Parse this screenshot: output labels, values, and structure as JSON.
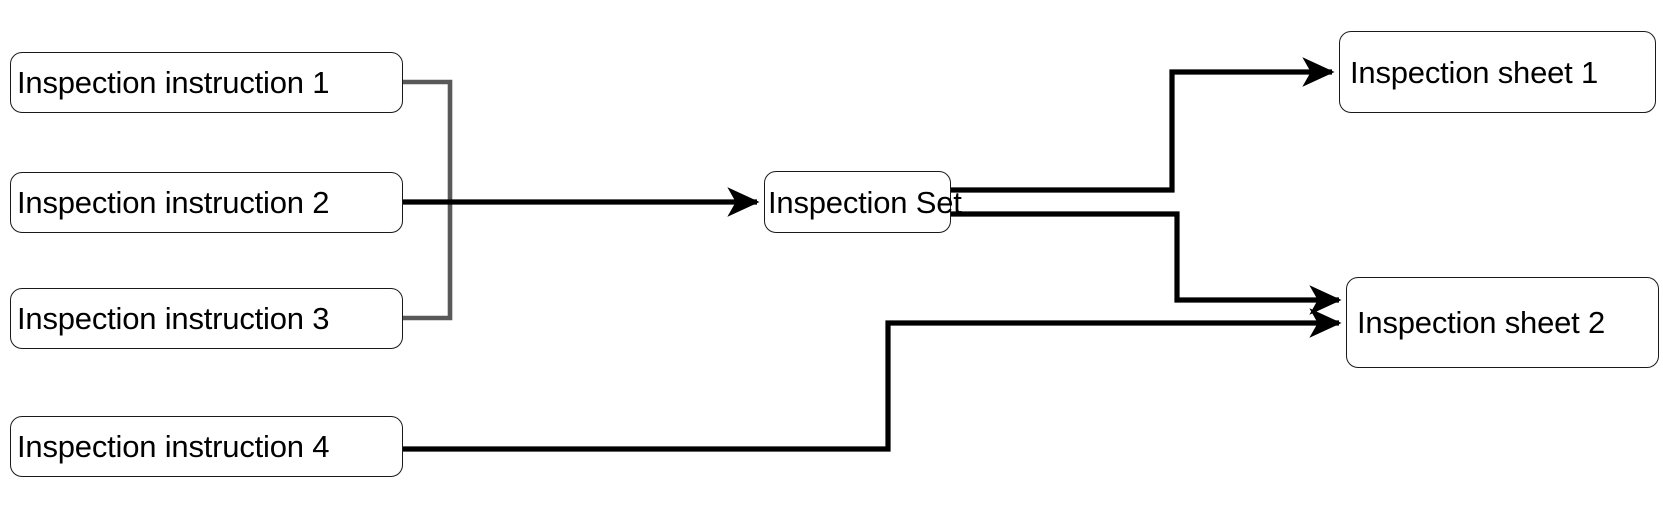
{
  "diagram": {
    "type": "flowchart",
    "title": "",
    "colors": {
      "node_border": "#1a1a1a",
      "node_fill": "#ffffff",
      "edge_black": "#000000",
      "edge_gray": "#595959",
      "text": "#000000"
    },
    "nodes": [
      {
        "id": "instruction-1",
        "label": "Inspection instruction 1"
      },
      {
        "id": "instruction-2",
        "label": "Inspection instruction 2"
      },
      {
        "id": "instruction-3",
        "label": "Inspection instruction 3"
      },
      {
        "id": "instruction-4",
        "label": "Inspection instruction 4"
      },
      {
        "id": "inspection-set",
        "label": "Inspection Set"
      },
      {
        "id": "sheet-1",
        "label": "Inspection sheet 1"
      },
      {
        "id": "sheet-2",
        "label": "Inspection sheet 2"
      }
    ],
    "edges": [
      {
        "id": "e1",
        "from": "instruction-1",
        "to": "inspection-set",
        "color": "#595959",
        "arrow": false
      },
      {
        "id": "e2",
        "from": "instruction-2",
        "to": "inspection-set",
        "color": "#000000",
        "arrow": true
      },
      {
        "id": "e3",
        "from": "instruction-3",
        "to": "inspection-set",
        "color": "#595959",
        "arrow": false
      },
      {
        "id": "e4",
        "from": "inspection-set",
        "to": "sheet-1",
        "color": "#000000",
        "arrow": true
      },
      {
        "id": "e5",
        "from": "inspection-set",
        "to": "sheet-2",
        "color": "#000000",
        "arrow": true
      },
      {
        "id": "e6",
        "from": "instruction-4",
        "to": "sheet-2",
        "color": "#000000",
        "arrow": true
      }
    ]
  }
}
